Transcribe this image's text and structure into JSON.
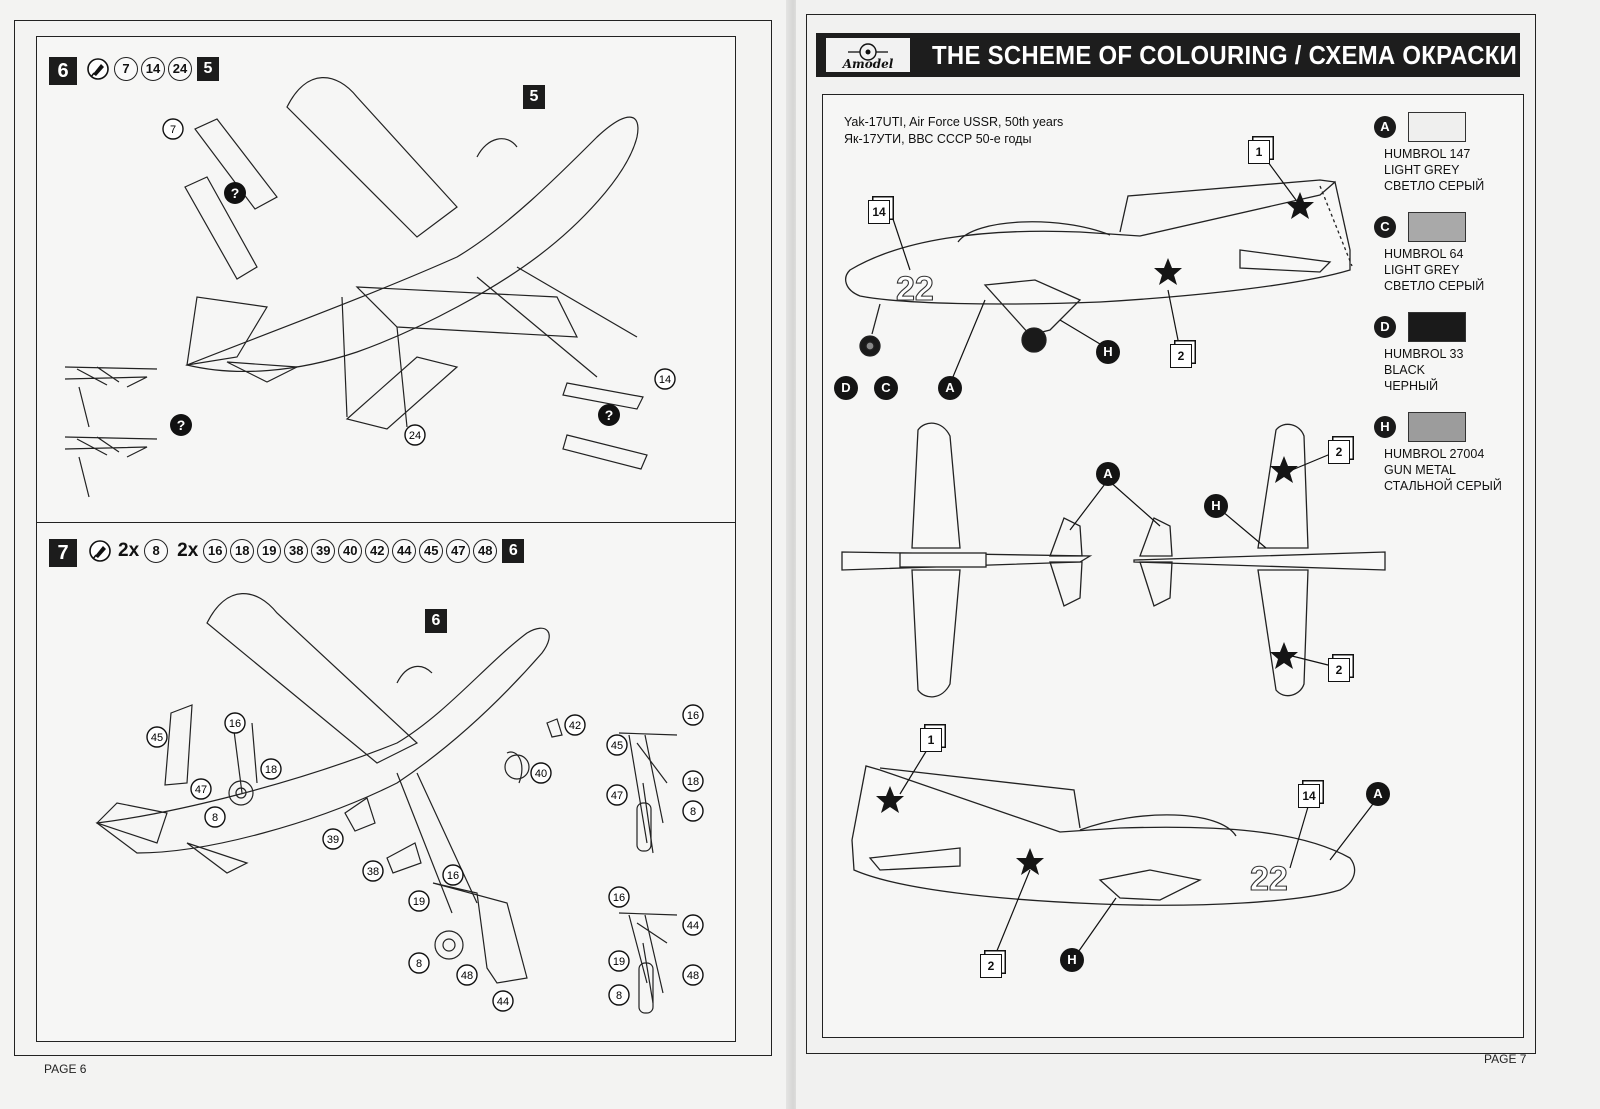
{
  "left_page": {
    "step6": {
      "number": "6",
      "parts": [
        "7",
        "14",
        "24"
      ],
      "result_ref": "5",
      "diagram_ref": "5",
      "callouts": [
        "7",
        "14",
        "24"
      ]
    },
    "step7": {
      "number": "7",
      "multipliers": [
        "2x",
        "2x"
      ],
      "parts_a": [
        "8"
      ],
      "parts_b": [
        "16",
        "18",
        "19",
        "38",
        "39",
        "40",
        "42",
        "44",
        "45",
        "47",
        "48"
      ],
      "result_ref": "6",
      "diagram_ref": "6",
      "callouts_main": [
        "45",
        "16",
        "47",
        "18",
        "8",
        "39",
        "38",
        "16",
        "19",
        "8",
        "48",
        "44",
        "40",
        "42"
      ],
      "callouts_detail_top": [
        "16",
        "45",
        "18",
        "47",
        "8"
      ],
      "callouts_detail_bottom": [
        "16",
        "44",
        "19",
        "48",
        "8"
      ]
    },
    "footer": "PAGE 6"
  },
  "right_page": {
    "title": "THE SCHEME OF COLOURING / СХЕМА ОКРАСКИ",
    "logo": "Amodel",
    "caption_line1": "Yak-17UTI, Air Force USSR, 50th years",
    "caption_line2": "Як-17УТИ, ВВС СССР 50-е годы",
    "aircraft_number": "22",
    "decals": [
      "1",
      "2",
      "14"
    ],
    "colors": [
      {
        "key": "A",
        "code": "HUMBROL 147",
        "name_en": "LIGHT GREY",
        "name_ru": "СВЕТЛО СЕРЫЙ",
        "hex": "#efefee"
      },
      {
        "key": "C",
        "code": "HUMBROL 64",
        "name_en": "LIGHT GREY",
        "name_ru": "СВЕТЛО СЕРЫЙ",
        "hex": "#a9a9a9"
      },
      {
        "key": "D",
        "code": "HUMBROL 33",
        "name_en": "BLACK",
        "name_ru": "ЧЕРНЫЙ",
        "hex": "#1a1a1a"
      },
      {
        "key": "H",
        "code": "HUMBROL 27004",
        "name_en": "GUN METAL",
        "name_ru": "СТАЛЬНОЙ СЕРЫЙ",
        "hex": "#9c9c9c"
      }
    ],
    "footer": "PAGE 7"
  }
}
